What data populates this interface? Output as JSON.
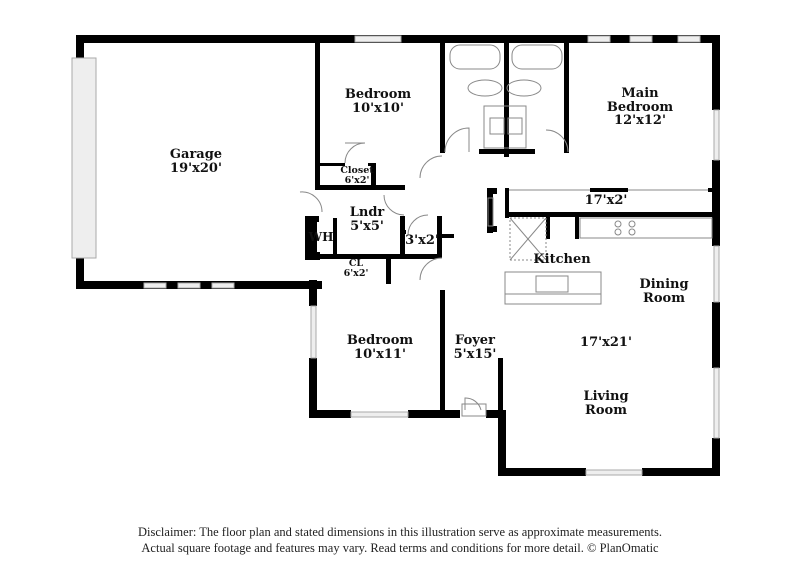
{
  "floorplan": {
    "rooms": [
      {
        "id": "garage",
        "name": "Garage",
        "dimensions": "19'x20'"
      },
      {
        "id": "bedroom-2",
        "name": "Bedroom",
        "dimensions": "10'x10'"
      },
      {
        "id": "closet",
        "name": "Closet",
        "dimensions": "6'x2'"
      },
      {
        "id": "main-bedroom",
        "name": "Main Bedroom",
        "name_line1": "Main",
        "name_line2": "Bedroom",
        "dimensions": "12'x12'"
      },
      {
        "id": "hall-closet",
        "name": "",
        "dimensions": "17'x2'"
      },
      {
        "id": "laundry",
        "name": "Lndr",
        "dimensions": "5'x5'"
      },
      {
        "id": "water-heater",
        "name": "WH",
        "dimensions": ""
      },
      {
        "id": "small-closet",
        "name": "",
        "dimensions": "3'x2'"
      },
      {
        "id": "linen-closet",
        "name": "CL",
        "dimensions": "6'x2'"
      },
      {
        "id": "kitchen",
        "name": "Kitchen",
        "dimensions": ""
      },
      {
        "id": "dining-room",
        "name": "Dining Room",
        "name_line1": "Dining",
        "name_line2": "Room",
        "dimensions": ""
      },
      {
        "id": "great-room",
        "name": "",
        "dimensions": "17'x21'"
      },
      {
        "id": "living-room",
        "name": "Living Room",
        "name_line1": "Living",
        "name_line2": "Room",
        "dimensions": ""
      },
      {
        "id": "bedroom-3",
        "name": "Bedroom",
        "dimensions": "10'x11'"
      },
      {
        "id": "foyer",
        "name": "Foyer",
        "dimensions": "5'x15'"
      }
    ],
    "colors": {
      "wall": "#000000",
      "window": "#d9d9d9",
      "fixture": "#888888",
      "background": "#ffffff"
    }
  },
  "footer": {
    "disclaimer_line1": "Disclaimer: The floor plan and stated dimensions in this illustration serve as approximate measurements.",
    "disclaimer_line2": "Actual square footage and features may vary. Read terms and conditions for more detail. © PlanOmatic"
  }
}
